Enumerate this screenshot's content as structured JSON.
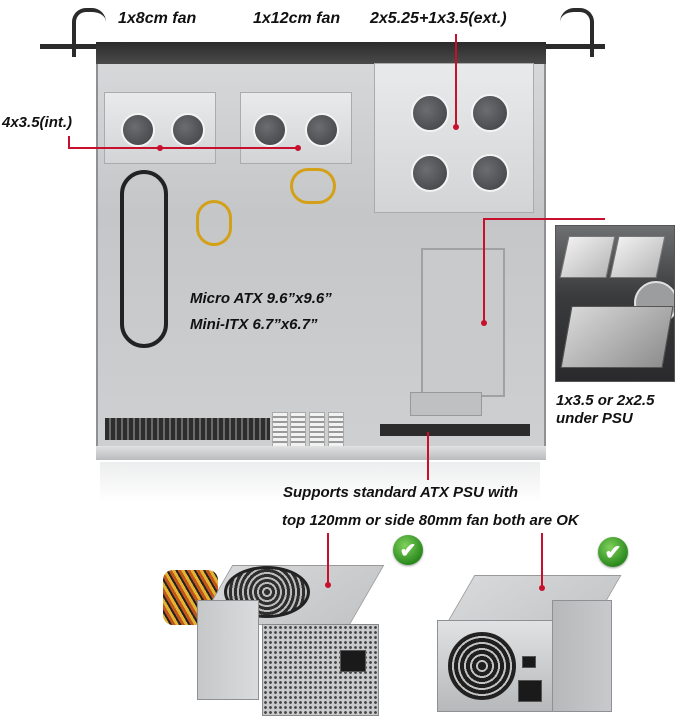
{
  "image": {
    "title": "Rackmount server chassis interior and compatible ATX power supplies",
    "labels": {
      "fan_8cm": "1x8cm fan",
      "fan_12cm": "1x12cm fan",
      "bays_external": "2x5.25+1x3.5(ext.)",
      "bays_internal": "4x3.5(int.)",
      "board_line1": "Micro ATX 9.6”x9.6”",
      "board_line2": "Mini-ITX 6.7”x6.7”",
      "under_psu_line1": "1x3.5 or 2x2.5",
      "under_psu_line2": "under PSU",
      "psu_line1": "Supports standard ATX PSU with",
      "psu_line2": "top 120mm or side 80mm fan both are OK"
    },
    "check_icon": "✔",
    "accent_color": "#c8102e",
    "check_color": "#2b8a1e",
    "psus": [
      {
        "name": "ATX PSU with top 120mm fan",
        "compatible": true
      },
      {
        "name": "ATX PSU with side 80mm fan",
        "compatible": true
      }
    ]
  }
}
